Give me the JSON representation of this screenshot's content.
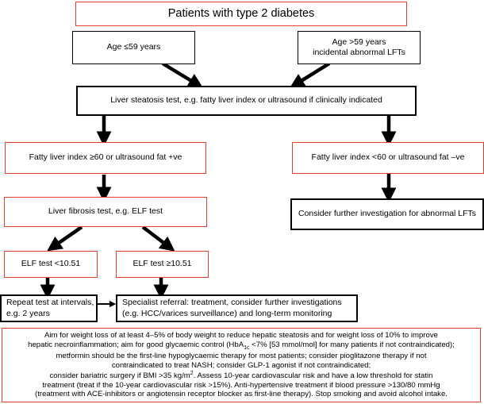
{
  "title": "Patients with type 2 diabetes",
  "age_low": "Age ≤59 years",
  "age_high": {
    "line1": "Age >59 years",
    "line2": "incidental abnormal LFTs"
  },
  "steatosis_test": "Liver steatosis test, e.g. fatty liver index or ultrasound if clinically indicated",
  "fli_high": "Fatty liver index ≥60 or ultrasound fat +ve",
  "fli_low": "Fatty liver index <60 or ultrasound fat –ve",
  "fibrosis_test": "Liver fibrosis test, e.g. ELF test",
  "further_investigation": "Consider further investigation for abnormal LFTs",
  "elf_low": "ELF test <10.51",
  "elf_high": "ELF test ≥10.51",
  "repeat_test": {
    "line1": "Repeat test at intervals,",
    "line2": "e.g. 2 years"
  },
  "specialist": {
    "line1": "Specialist referral: treatment, consider further investigations",
    "line2": "(e.g. HCC/varices surveillance) and long-term monitoring"
  },
  "advice": {
    "l1": "Aim for weight loss of at least 4–5% of body weight to reduce hepatic steatosis and for weight loss of 10% to improve",
    "l2a": "hepatic necroinflammation; aim for good glycaemic control (HbA",
    "l2sub": "1c",
    "l2b": " <7% [53 mmol/mol] for many patients if not contraindicated);",
    "l3": "metformin should be the first-line hypoglycaemic therapy for most patients; consider pioglitazone therapy if not",
    "l4": "contraindicated to treat NASH; consider GLP-1 agonist if not contraindicated;",
    "l5a": "consider bariatric surgery if BMI >35 kg/m",
    "l5sup": "2",
    "l5b": ". Assess 10-year cardiovascular risk and have a low threshold for statin",
    "l6": "treatment (treat if the 10-year cardiovascular risk >15%). Anti-hypertensive treatment if blood pressure >130/80 mmHg",
    "l7": "(treatment with ACE-inhibitors or angiotensin receptor blocker as first-line therapy). Stop smoking and avoid alcohol intake."
  },
  "colors": {
    "red_border": "#e2402a",
    "black": "#000000"
  }
}
